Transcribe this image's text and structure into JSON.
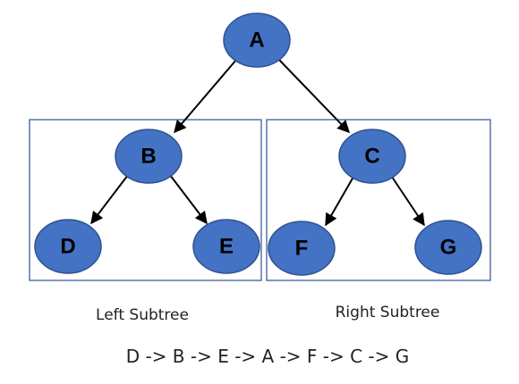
{
  "diagram": {
    "nodes": {
      "a": "A",
      "b": "B",
      "c": "C",
      "d": "D",
      "e": "E",
      "f": "F",
      "g": "G"
    },
    "edges": [
      [
        "A",
        "B"
      ],
      [
        "A",
        "C"
      ],
      [
        "B",
        "D"
      ],
      [
        "B",
        "E"
      ],
      [
        "C",
        "F"
      ],
      [
        "C",
        "G"
      ]
    ],
    "colors": {
      "node_fill": "#4472c4",
      "node_stroke": "#2f528f",
      "box_stroke": "#2f528f",
      "edge": "#000000"
    },
    "captions": {
      "left": "Left Subtree",
      "right": "Right Subtree"
    },
    "sequence": "D -> B -> E -> A -> F -> C -> G"
  }
}
